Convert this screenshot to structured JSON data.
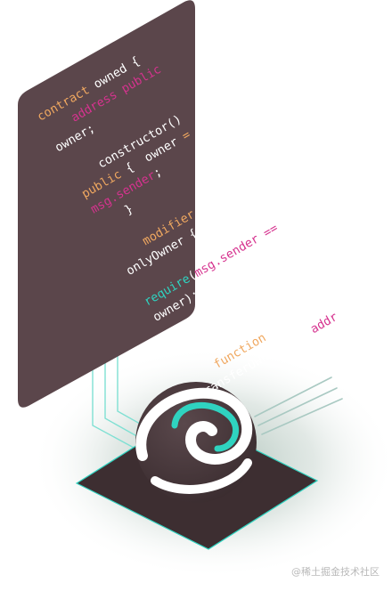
{
  "code_lines": [
    [
      {
        "t": "contract ",
        "c": "kw"
      },
      {
        "t": "owned {",
        "c": ""
      }
    ],
    [
      {
        "t": "    ",
        "c": ""
      },
      {
        "t": "address public",
        "c": "pk"
      }
    ],
    [
      {
        "t": "owner;",
        "c": ""
      }
    ],
    [
      {
        "t": "",
        "c": ""
      }
    ],
    [
      {
        "t": "    constructor()",
        "c": ""
      }
    ],
    [
      {
        "t": "public",
        "c": "kw"
      },
      {
        "t": " {",
        "c": ""
      },
      {
        "t": "  owner ",
        "c": ""
      },
      {
        "t": "=",
        "c": "kw"
      }
    ],
    [
      {
        "t": "msg.sender",
        "c": "pk"
      },
      {
        "t": ";",
        "c": ""
      }
    ],
    [
      {
        "t": "    }",
        "c": ""
      }
    ],
    [
      {
        "t": "",
        "c": ""
      }
    ],
    [
      {
        "t": "    ",
        "c": ""
      },
      {
        "t": "modifier",
        "c": "kw"
      }
    ],
    [
      {
        "t": "onlyOwner {",
        "c": ""
      }
    ],
    [
      {
        "t": "",
        "c": ""
      }
    ],
    [
      {
        "t": "require",
        "c": "tl"
      },
      {
        "t": "(",
        "c": ""
      },
      {
        "t": "msg.sender ==",
        "c": "pk"
      }
    ],
    [
      {
        "t": "owner); _;",
        "c": ""
      }
    ],
    [
      {
        "t": "",
        "c": ""
      }
    ],
    [
      {
        "t": "    }",
        "c": ""
      }
    ],
    [
      {
        "t": "",
        "c": ""
      }
    ],
    [
      {
        "t": "    ",
        "c": ""
      },
      {
        "t": "function",
        "c": "kw"
      }
    ],
    [
      {
        "t": "transferOwnership(",
        "c": ""
      },
      {
        "t": "addr",
        "c": "pk"
      }
    ]
  ],
  "credit": "@稀土掘金技术社区",
  "colors": {
    "panel": "#5b464b",
    "keyword": "#f0a860",
    "pink": "#d6338f",
    "teal": "#2fd3c0",
    "base": "#3d2e31",
    "sphere": "#4a3a3d"
  }
}
